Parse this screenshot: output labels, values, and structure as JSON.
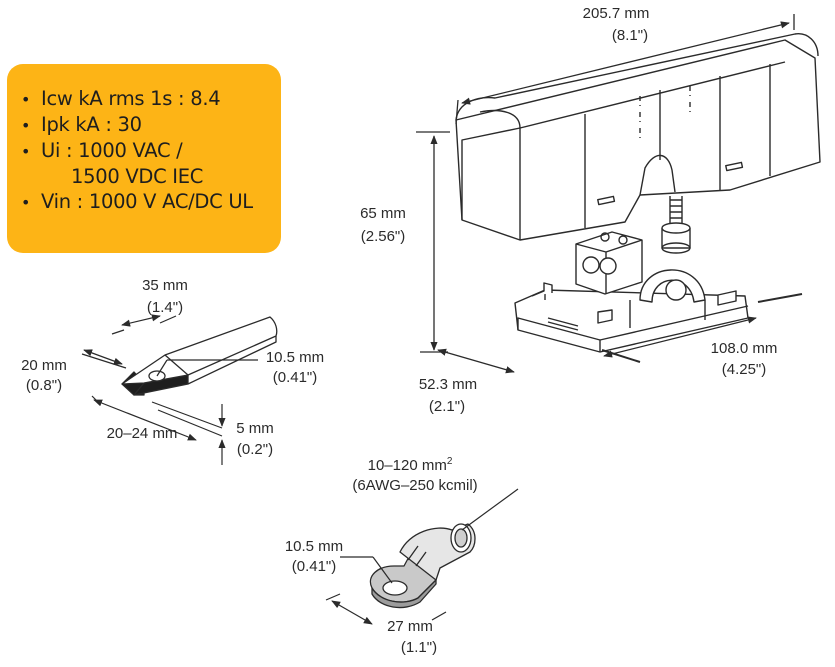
{
  "specs": {
    "lines": [
      {
        "bullet": "•",
        "text": "Icw kA rms 1s : 8.4"
      },
      {
        "bullet": "•",
        "text": "Ipk kA : 30"
      },
      {
        "bullet": "•",
        "text": "Ui : 1000 VAC /"
      },
      {
        "bullet": "",
        "text": "1500 VDC IEC"
      },
      {
        "bullet": "•",
        "text": "Vin : 1000 V AC/DC UL"
      }
    ],
    "box_color": "#fdb416"
  },
  "product": {
    "length_mm": "205.7 mm",
    "length_in": "(8.1\")",
    "height_mm": "65 mm",
    "height_in": "(2.56\")",
    "width_mm": "52.3 mm",
    "width_in": "(2.1\")",
    "base_mm": "108.0 mm",
    "base_in": "(4.25\")"
  },
  "busbar": {
    "length_mm": "35 mm",
    "length_in": "(1.4\")",
    "width_mm": "20 mm",
    "width_in": "(0.8\")",
    "hole_mm": "10.5 mm",
    "hole_in": "(0.41\")",
    "range": "20–24 mm",
    "thick_mm": "5 mm",
    "thick_in": "(0.2\")"
  },
  "lug": {
    "range_mm": "10–120 mm",
    "range_sup": "2",
    "range_awg": "(6AWG–250 kcmil)",
    "hole_mm": "10.5 mm",
    "hole_in": "(0.41\")",
    "width_mm": "27 mm",
    "width_in": "(1.1\")"
  }
}
